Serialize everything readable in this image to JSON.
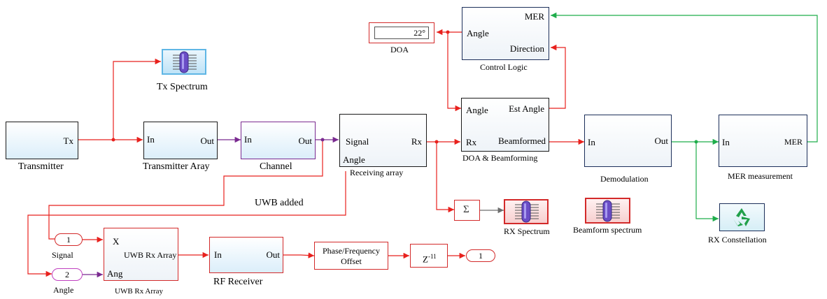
{
  "blocks": {
    "transmitter": {
      "label": "Transmitter",
      "out": "Tx"
    },
    "tx_array": {
      "label": "Transmitter Aray",
      "in": "In",
      "out": "Out"
    },
    "channel": {
      "label": "Channel",
      "in": "In",
      "out": "Out"
    },
    "receiving_array": {
      "label": "Receiving array",
      "in1": "Signal",
      "in2": "Angle",
      "out": "Rx"
    },
    "doa_beamforming": {
      "label": "DOA & Beamforming",
      "in1": "Angle",
      "in2": "Rx",
      "out1": "Est  Angle",
      "out2": "Beamformed"
    },
    "control_logic": {
      "label": "Control Logic",
      "in1": "MER",
      "port_angle": "Angle",
      "in2": "Direction"
    },
    "doa_display": {
      "label": "DOA",
      "value": "22°"
    },
    "demodulation": {
      "label": "Demodulation",
      "in": "In",
      "out": "Out"
    },
    "mer_measurement": {
      "label": "MER measurement",
      "in": "In",
      "out": "MER"
    },
    "tx_spectrum": {
      "label": "Tx Spectrum"
    },
    "rx_spectrum": {
      "label": "RX Spectrum"
    },
    "beamform_spectrum": {
      "label": "Beamform spectrum"
    },
    "rx_constellation": {
      "label": "RX Constellation"
    },
    "sum": {
      "symbol": "Σ"
    },
    "uwb_rx_array": {
      "label": "UWB Rx Array",
      "title": "UWB Rx Array",
      "in1": "X",
      "in2": "Ang"
    },
    "rf_receiver": {
      "label": "RF Receiver",
      "in": "In",
      "out": "Out"
    },
    "phase_freq_offset": {
      "line1": "Phase/Frequency",
      "line2": "Offset"
    },
    "delay": {
      "text": "Z",
      "exp": "-11"
    },
    "inport_signal": {
      "num": "1",
      "label": "Signal"
    },
    "inport_angle": {
      "num": "2",
      "label": "Angle"
    },
    "outport_1": {
      "num": "1"
    }
  },
  "annotations": {
    "uwb_added": "UWB added"
  },
  "colors": {
    "red_wire": "#e8211d",
    "purple_wire": "#7a2a90",
    "green_wire": "#1fad4b",
    "gray_wire": "#6d6d6d"
  }
}
